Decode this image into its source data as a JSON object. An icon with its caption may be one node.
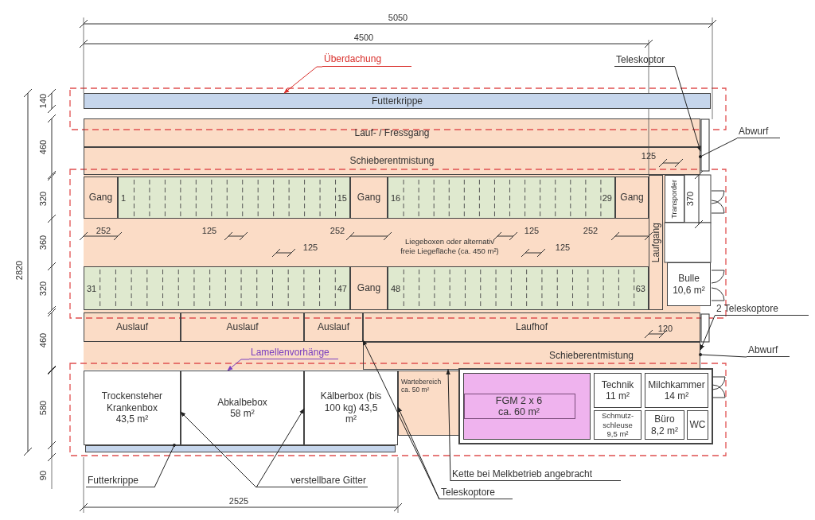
{
  "diagram": {
    "nodes": [
      {
        "text": [
          "Futterkrippe"
        ]
      },
      {
        "text": [
          "Lauf- / Fressgang"
        ]
      },
      {
        "text": [
          "Schieberentmistung"
        ]
      },
      {
        "text": [
          "Gang"
        ]
      },
      {
        "text": [
          "1",
          "15"
        ]
      },
      {
        "text": [
          "Gang"
        ]
      },
      {
        "text": [
          "16",
          "29"
        ]
      },
      {
        "text": [
          "Gang"
        ]
      },
      {
        "text": [
          "31",
          "47"
        ]
      },
      {
        "text": [
          "Gang"
        ]
      },
      {
        "text": [
          "48",
          "63"
        ]
      },
      {
        "text": [
          "Laufgang"
        ]
      },
      {
        "text": [
          "Transporder"
        ]
      },
      {
        "text": [
          "Bulle 10,6 m²"
        ]
      },
      {
        "text": [
          "Auslauf"
        ]
      },
      {
        "text": [
          "Auslauf"
        ]
      },
      {
        "text": [
          "Auslauf"
        ]
      },
      {
        "text": [
          "Laufhof"
        ]
      },
      {
        "text": [
          "Schieberentmistung"
        ]
      },
      {
        "text": [
          "Trockensteher Krankenbox 43,5 m²"
        ]
      },
      {
        "text": [
          "Abkalbebox 58 m²"
        ]
      },
      {
        "text": [
          "Kälberbox (bis 100 kg) 43,5 m²"
        ]
      },
      {
        "text": [],
        "shape": "bar"
      },
      {
        "text": [
          "Wartebereich ca. 50 m²"
        ]
      },
      {
        "text": [
          "FGM 2 x 6 ca. 60 m²"
        ]
      },
      {
        "text": [
          "Technik 11 m²"
        ]
      },
      {
        "text": [
          "Milchkammer 14 m²"
        ]
      },
      {
        "text": [
          "Schmutz-schleuse 9,5 m²"
        ]
      },
      {
        "text": [
          "Büro 8,2 m²"
        ]
      },
      {
        "text": [
          "WC"
        ]
      },
      {
        "text": [
          "Überdachung"
        ]
      },
      {
        "text": [
          "Teleskoptor"
        ]
      },
      {
        "text": [
          "Abwurf"
        ]
      },
      {
        "text": [
          "2 Teleskoptore"
        ]
      },
      {
        "text": [
          "Abwurf"
        ]
      },
      {
        "text": [
          "Lamellenvorhänge"
        ]
      },
      {
        "text": [
          "Futterkrippe"
        ]
      },
      {
        "text": [
          "verstellbare Gitter"
        ]
      },
      {
        "text": [
          "Kette bei Melkbetrieb angebracht"
        ]
      },
      {
        "text": [
          "Teleskoptore"
        ]
      }
    ],
    "edges": [
      {
        "from": 30,
        "to": 0,
        "arrow": "to",
        "color": "#d9302c"
      },
      {
        "from": 31,
        "to": 2,
        "arrow": "to"
      },
      {
        "from": 32,
        "to": 2,
        "arrow": "other"
      },
      {
        "from": 33,
        "to": 18,
        "arrow": "to"
      },
      {
        "from": 34,
        "to": 18,
        "arrow": "other"
      },
      {
        "from": 35,
        "to": 20,
        "arrow": "to",
        "color": "#7a3fc0"
      },
      {
        "from": 36,
        "to": 22,
        "arrow": "other"
      },
      {
        "from": 37,
        "to": 19,
        "arrow": "to"
      },
      {
        "from": 37,
        "to": 21,
        "arrow": "to"
      },
      {
        "from": 38,
        "to": 18,
        "arrow": "to"
      },
      {
        "from": 39,
        "to": 16,
        "arrow": "to"
      },
      {
        "from": 39,
        "to": 23,
        "arrow": "to"
      }
    ],
    "labels": [
      "5050",
      "4500",
      "140",
      "460",
      "125",
      "320",
      "370",
      "252",
      "125",
      "252",
      "Liegeboxen oder alternativ freie Liegefläche (ca. 450 m²)",
      "125",
      "252",
      "360",
      "125",
      "125",
      "2820",
      "320",
      "460",
      "120",
      "580",
      "90",
      "2525"
    ]
  }
}
